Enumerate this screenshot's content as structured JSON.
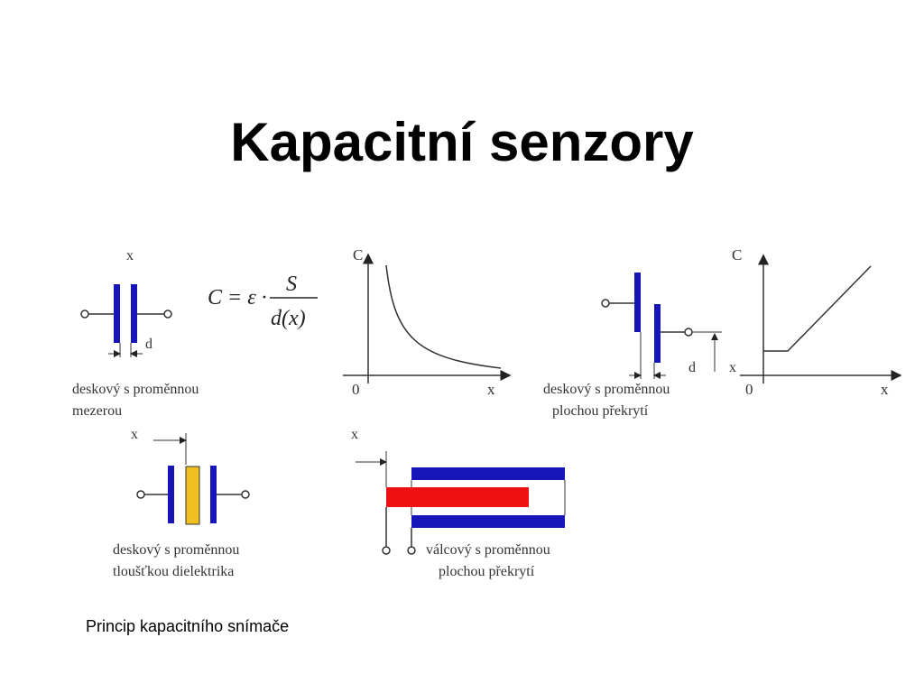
{
  "title": "Kapacitní senzory",
  "formula": {
    "lhs": "C = ε ·",
    "numerator": "S",
    "denominator": "d(x)"
  },
  "panels": {
    "gap": {
      "x_label": "x",
      "d_label": "d",
      "caption_line1": "deskový s proměnnou",
      "caption_line2": "mezerou"
    },
    "gap_graph": {
      "y_label": "C",
      "x_label": "x",
      "origin": "0"
    },
    "overlap": {
      "d_label": "d",
      "x_label": "x",
      "caption_line1": "deskový s proměnnou",
      "caption_line2": "plochou překrytí"
    },
    "overlap_graph": {
      "y_label": "C",
      "x_label": "x",
      "origin": "0"
    },
    "dielectric": {
      "x_label": "x",
      "caption_line1": "deskový s proměnnou",
      "caption_line2": "tloušťkou dielektrika"
    },
    "cylinder": {
      "x_label": "x",
      "caption_line1": "válcový s proměnnou",
      "caption_line2": "plochou překrytí"
    }
  },
  "caption": "Princip kapacitního snímače",
  "colors": {
    "plate": "#1515b8",
    "dielectric": "#f0c020",
    "cylinder_outer": "#1515b8",
    "cylinder_inner": "#ee1111"
  }
}
